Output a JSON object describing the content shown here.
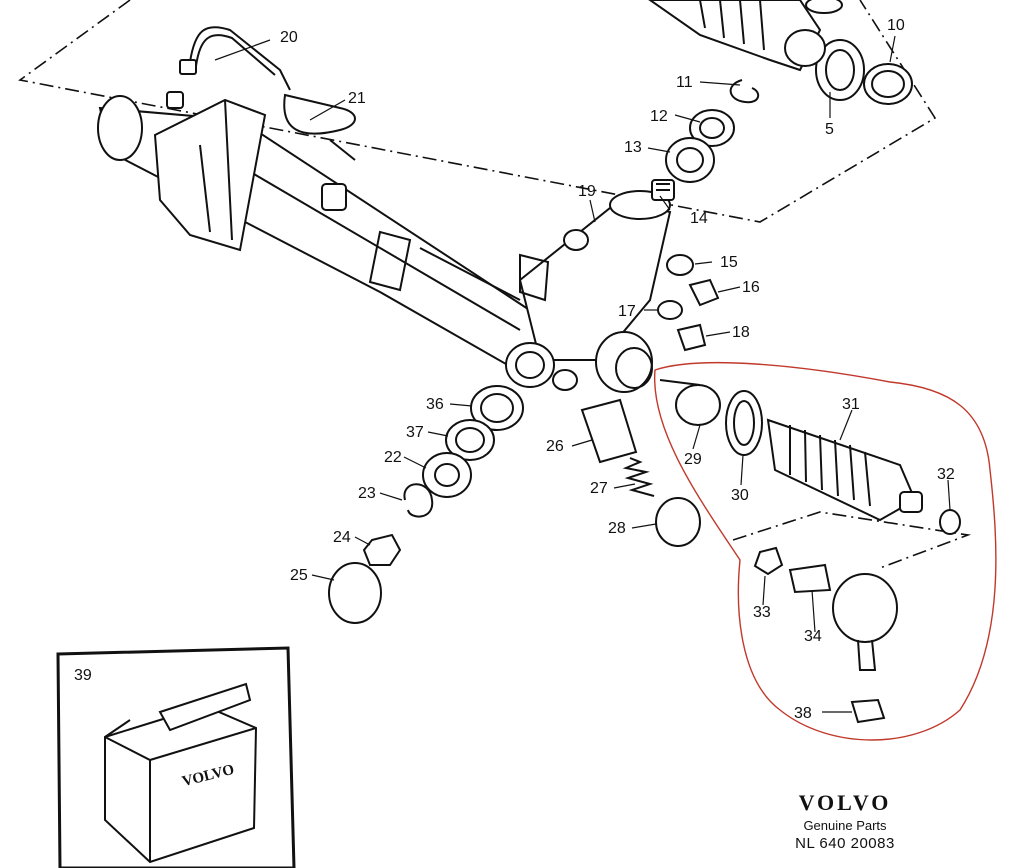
{
  "labels": {
    "p5": "5",
    "p10": "10",
    "p11": "11",
    "p12": "12",
    "p13": "13",
    "p14": "14",
    "p15": "15",
    "p16": "16",
    "p17": "17",
    "p18": "18",
    "p19": "19",
    "p20": "20",
    "p21": "21",
    "p22": "22",
    "p23": "23",
    "p24": "24",
    "p25": "25",
    "p26": "26",
    "p27": "27",
    "p28": "28",
    "p29": "29",
    "p30": "30",
    "p31": "31",
    "p32": "32",
    "p33": "33",
    "p34": "34",
    "p36": "36",
    "p37": "37",
    "p38": "38",
    "p39": "39"
  },
  "box_logo": "VOLVO",
  "brand": {
    "logo": "VOLVO",
    "tagline": "Genuine Parts",
    "code": "NL 640 20083"
  },
  "colors": {
    "line": "#111111",
    "highlight": "#c0392b"
  }
}
